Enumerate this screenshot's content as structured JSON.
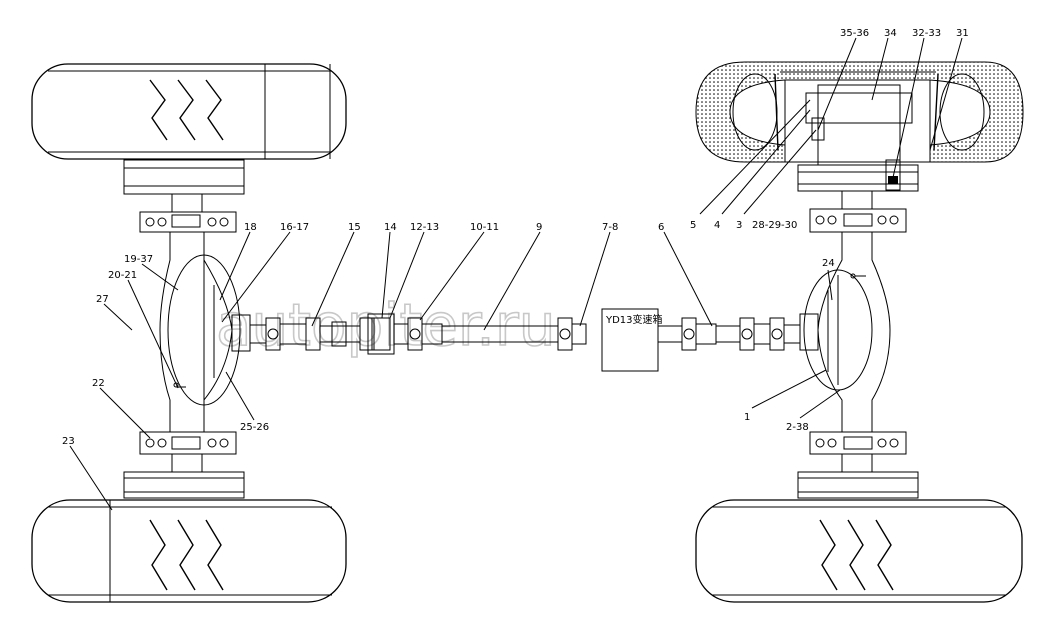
{
  "watermark": "autopiter.ru",
  "gearbox_label": "YD13变速箱",
  "callouts": [
    {
      "id": "c1",
      "text": "35-36"
    },
    {
      "id": "c2",
      "text": "34"
    },
    {
      "id": "c3",
      "text": "32-33"
    },
    {
      "id": "c4",
      "text": "31"
    },
    {
      "id": "c5",
      "text": "5"
    },
    {
      "id": "c6",
      "text": "4"
    },
    {
      "id": "c7",
      "text": "3"
    },
    {
      "id": "c8",
      "text": "28-29-30"
    },
    {
      "id": "c9",
      "text": "24"
    },
    {
      "id": "c10",
      "text": "1"
    },
    {
      "id": "c11",
      "text": "2-38"
    },
    {
      "id": "c12",
      "text": "6"
    },
    {
      "id": "c13",
      "text": "7-8"
    },
    {
      "id": "c14",
      "text": "9"
    },
    {
      "id": "c15",
      "text": "10-11"
    },
    {
      "id": "c16",
      "text": "12-13"
    },
    {
      "id": "c17",
      "text": "14"
    },
    {
      "id": "c18",
      "text": "15"
    },
    {
      "id": "c19",
      "text": "16-17"
    },
    {
      "id": "c20",
      "text": "18"
    },
    {
      "id": "c21",
      "text": "19-37"
    },
    {
      "id": "c22",
      "text": "20-21"
    },
    {
      "id": "c23",
      "text": "27"
    },
    {
      "id": "c24",
      "text": "22"
    },
    {
      "id": "c25",
      "text": "25-26"
    },
    {
      "id": "c26",
      "text": "23"
    }
  ]
}
